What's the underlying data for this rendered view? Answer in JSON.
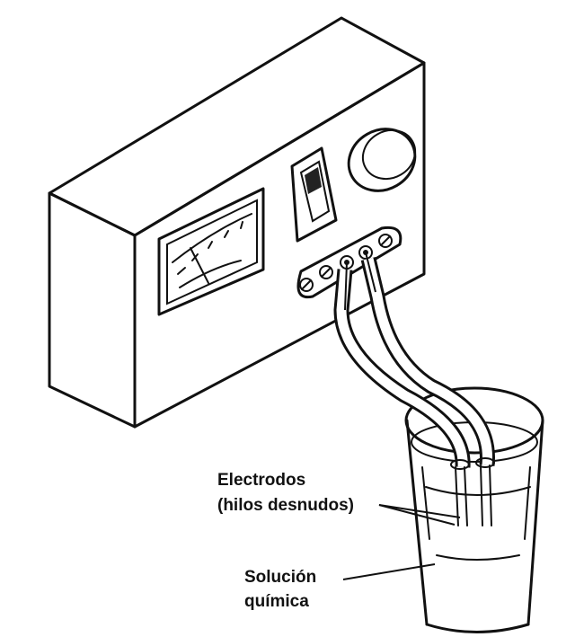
{
  "labels": {
    "electrodes_line1": "Electrodos",
    "electrodes_line2": "(hilos desnudos)",
    "solution_line1": "Solución",
    "solution_line2": "química"
  }
}
